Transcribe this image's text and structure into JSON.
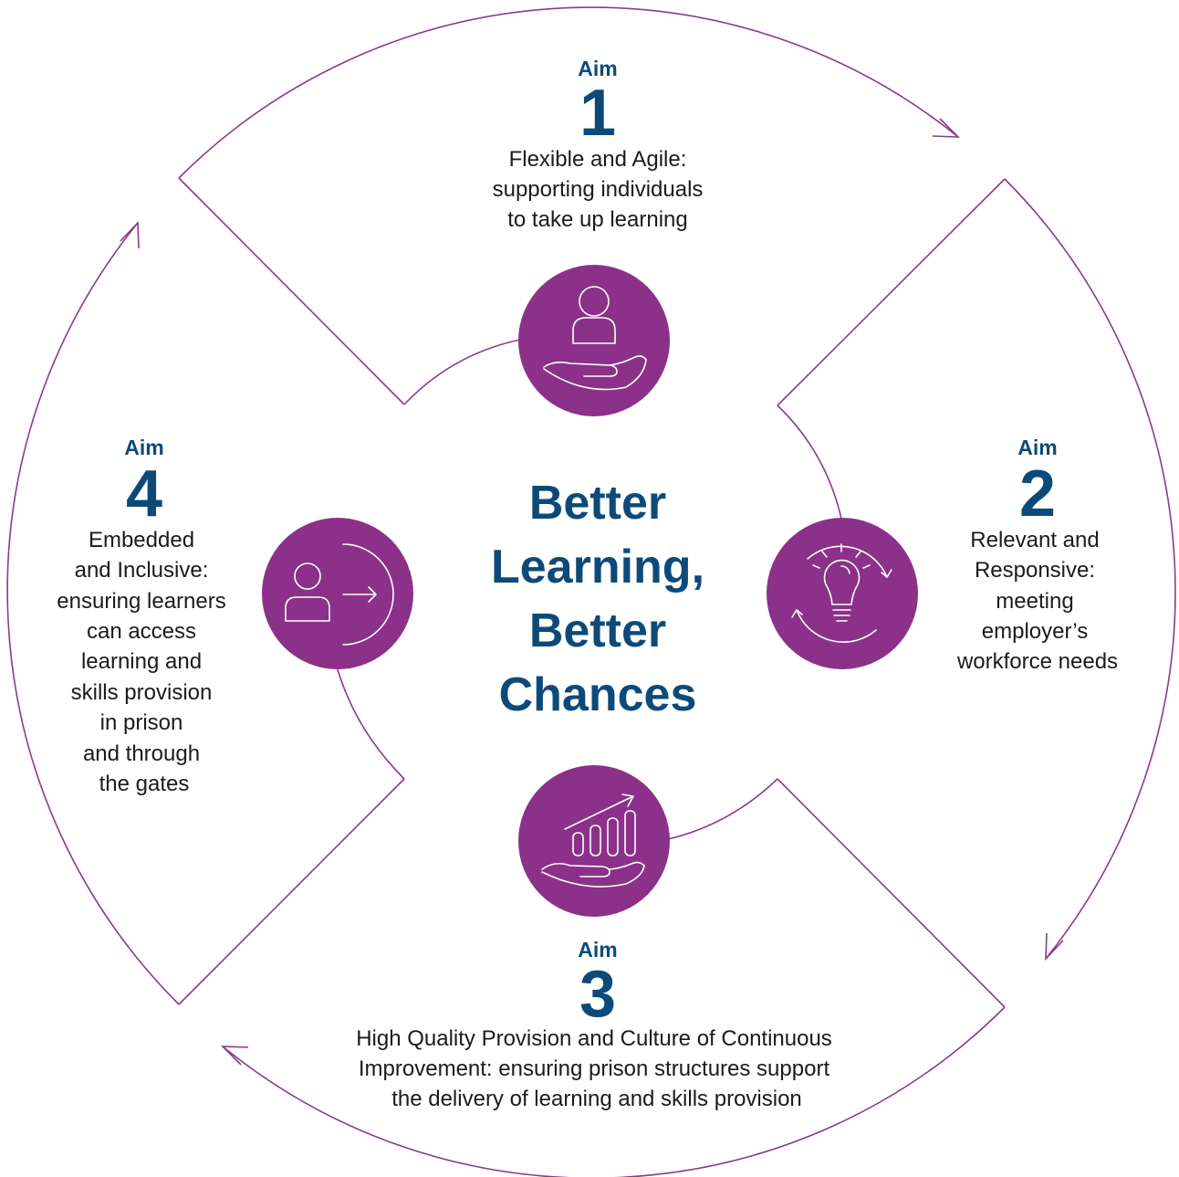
{
  "colors": {
    "accent": "#8b3189",
    "title": "#0d4a7a",
    "text": "#1b1b1b"
  },
  "center": {
    "lines": [
      "Better",
      "Learning,",
      "Better",
      "Chances"
    ]
  },
  "aims": [
    {
      "label": "Aim",
      "number": "1",
      "icon": "person-on-hand-icon",
      "lines": [
        "Flexible and Agile:",
        "supporting individuals",
        "to take up learning"
      ]
    },
    {
      "label": "Aim",
      "number": "2",
      "icon": "lightbulb-cycle-icon",
      "lines": [
        "Relevant and",
        "Responsive:",
        "meeting",
        "employer’s",
        "workforce needs"
      ]
    },
    {
      "label": "Aim",
      "number": "3",
      "icon": "growth-chart-on-hand-icon",
      "lines": [
        "High Quality Provision and Culture of Continuous",
        "Improvement: ensuring prison structures support",
        "the delivery of learning and skills provision"
      ]
    },
    {
      "label": "Aim",
      "number": "4",
      "icon": "person-entering-icon",
      "lines": [
        "Embedded",
        "and Inclusive:",
        "ensuring learners",
        "can access",
        "learning and",
        "skills provision",
        "in prison",
        "and through",
        "the gates"
      ]
    }
  ]
}
